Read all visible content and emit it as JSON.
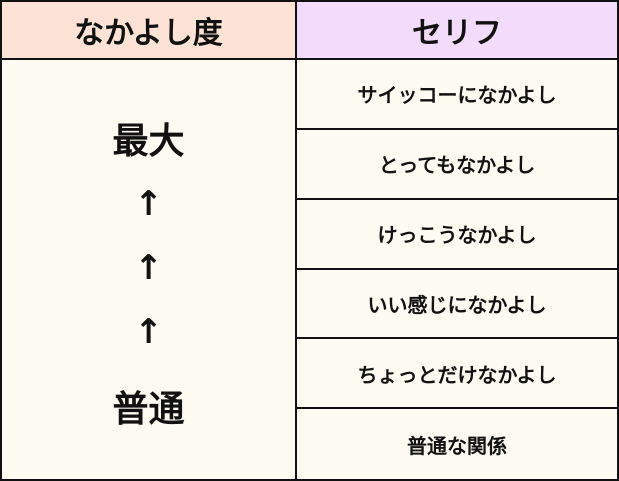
{
  "colors": {
    "header_left_bg": "#fde3d6",
    "header_right_bg": "#f3dcfb",
    "body_bg": "#fdfbf2",
    "border": "#111111"
  },
  "headers": {
    "left": "なかよし度",
    "right": "セリフ"
  },
  "scale": {
    "top": "最大",
    "arrows": [
      "↑",
      "↑",
      "↑"
    ],
    "bottom": "普通"
  },
  "phrases": [
    "サイッコーになかよし",
    "とってもなかよし",
    "けっこうなかよし",
    "いい感じになかよし",
    "ちょっとだけなかよし",
    "普通な関係"
  ]
}
